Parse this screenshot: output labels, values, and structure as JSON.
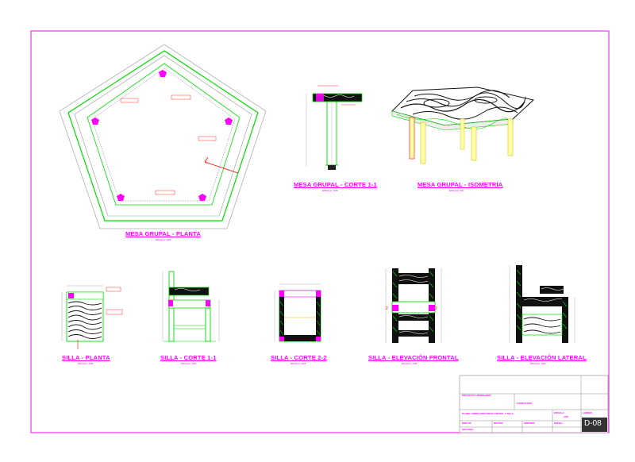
{
  "views": {
    "planta": {
      "title": "MESA GRUPAL - PLANTA",
      "scale": "ESCALA: 1/25"
    },
    "corte_mesa": {
      "title": "MESA GRUPAL - CORTE 1-1",
      "scale": "ESCALA: 1/25"
    },
    "isometria": {
      "title": "MESA GRUPAL - ISOMETRÍA",
      "scale": "ESCALA: S/E"
    },
    "silla_planta": {
      "title": "SILLA - PLANTA",
      "scale": "ESCALA: 1/25"
    },
    "silla_corte11": {
      "title": "SILLA - CORTE 1-1",
      "scale": "ESCALA: 1/25"
    },
    "silla_corte22": {
      "title": "SILLA - CORTE 2-2",
      "scale": "ESCALA: 1/25"
    },
    "silla_frontal": {
      "title": "SILLA - ELEVACIÓN FRONTAL",
      "scale": "ESCALA: 1/25"
    },
    "silla_lateral": {
      "title": "SILLA - ELEVACIÓN LATERAL",
      "scale": "ESCALA: 1/25"
    }
  },
  "title_block": {
    "project": "PROYECTO: MOBILIARIO",
    "consultant": "CONSULTOR:",
    "plan": "PLANO: MOBILIARIO MESA GRUPAL Y SILLA",
    "scale_label": "ESCALA:",
    "scale_value": "1/25",
    "sheet_label": "LAMINA:",
    "date_label": "FECHA:",
    "drawn_label": "DIBUJO:",
    "reviewed_label": "REVISO:",
    "approved_label": "APROBO:",
    "file_label": "ARCHIVO:",
    "sheet_number": "D-08"
  }
}
